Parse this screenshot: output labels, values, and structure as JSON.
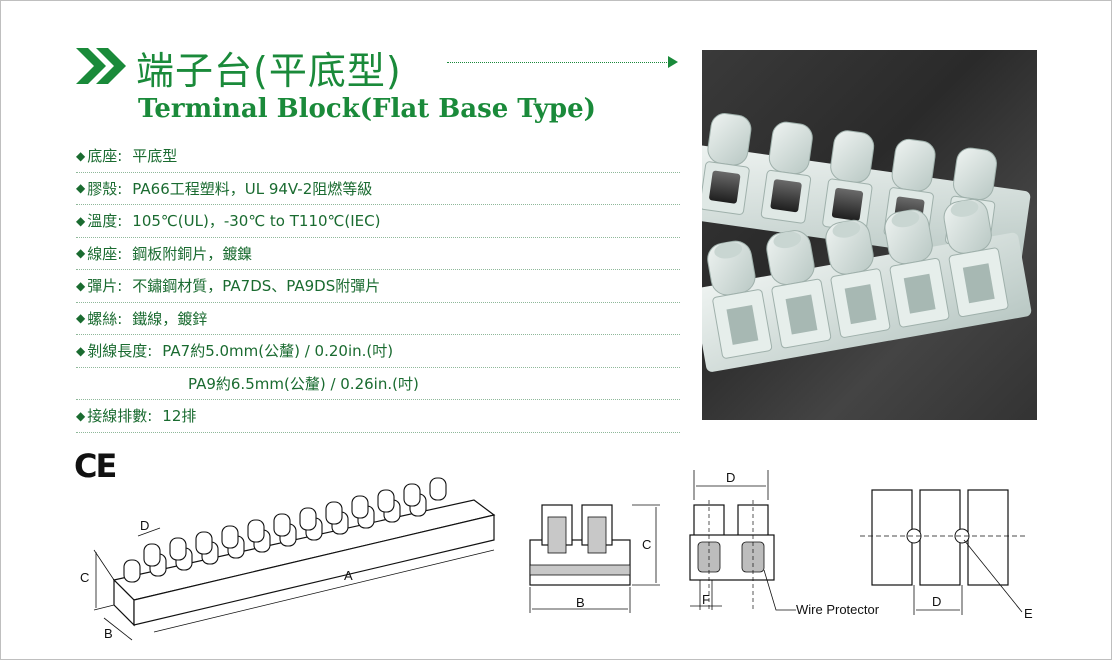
{
  "title": {
    "chinese": "端子台(平底型)",
    "english": "Terminal Block(Flat Base Type)"
  },
  "specs": [
    {
      "key": "底座:",
      "value": "平底型"
    },
    {
      "key": "膠殼:",
      "value": "PA66工程塑料，UL 94V-2阻燃等級"
    },
    {
      "key": "溫度:",
      "value": "105℃(UL)，-30℃ to T110℃(IEC)"
    },
    {
      "key": "線座:",
      "value": "鋼板附銅片，鍍鎳"
    },
    {
      "key": "彈片:",
      "value": "不鏽鋼材質，PA7DS、PA9DS附彈片"
    },
    {
      "key": "螺絲:",
      "value": "鐵線，鍍鋅"
    },
    {
      "key": "剝線長度:",
      "value": "PA7約5.0mm(公釐) / 0.20in.(吋)"
    },
    {
      "key": "",
      "value": "PA9約6.5mm(公釐) / 0.26in.(吋)"
    },
    {
      "key": "接線排數:",
      "value": "12排"
    }
  ],
  "bullet": "◆",
  "ce_mark": "CE",
  "diagram_labels": {
    "A": "A",
    "B": "B",
    "C": "C",
    "D": "D",
    "E": "E",
    "F": "F",
    "wire_protector": "Wire Protector"
  },
  "colors": {
    "accent": "#1a8a3a",
    "text": "#1a6b30"
  },
  "icons": {
    "title_marker": "double-chevron-right-icon",
    "title_arrow": "arrow-right-icon"
  }
}
